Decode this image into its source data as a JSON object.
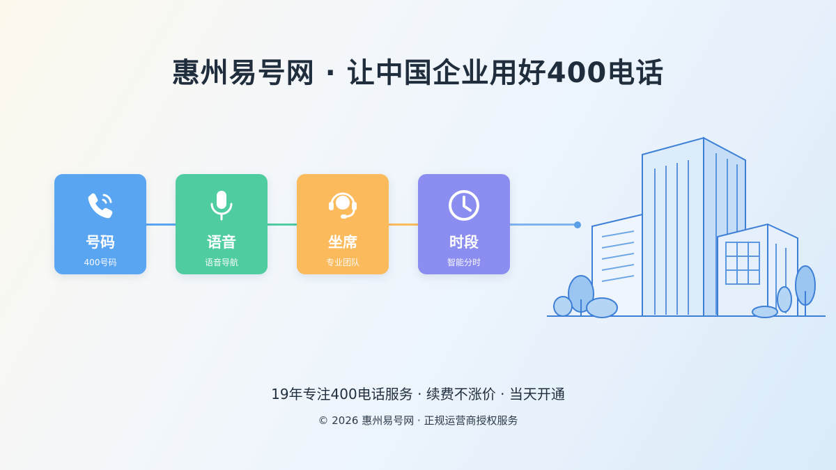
{
  "header": {
    "title": "惠州易号网 · 让中国企业用好400电话"
  },
  "cards": [
    {
      "label": "号码",
      "sub": "400号码",
      "icon": "phone-icon",
      "color": "#5aa5f2"
    },
    {
      "label": "语音",
      "sub": "语音导航",
      "icon": "microphone-icon",
      "color": "#4fcca0"
    },
    {
      "label": "坐席",
      "sub": "专业团队",
      "icon": "headset-icon",
      "color": "#fbba5c"
    },
    {
      "label": "时段",
      "sub": "智能分时",
      "icon": "clock-icon",
      "color": "#8b8df0"
    }
  ],
  "footer": {
    "tagline": "19年专注400电话服务 · 续费不涨价 · 当天开通",
    "copyright": "© 2026 惠州易号网 · 正规运营商授权服务"
  },
  "colors": {
    "title": "#1f2d3d",
    "building_stroke": "#3d7fd6",
    "building_fill": "#dcecfb"
  }
}
